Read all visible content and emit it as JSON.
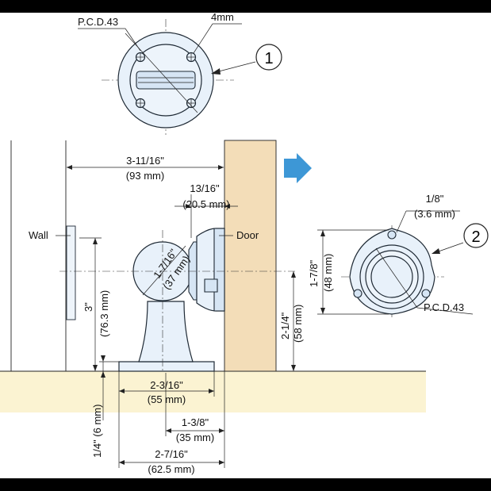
{
  "labels": {
    "pcd_top": "P.C.D.43",
    "hole_4mm": "4mm",
    "callout_1": "1",
    "callout_2": "2",
    "wall": "Wall",
    "door": "Door",
    "pcd_right": "P.C.D.43"
  },
  "dimensions": {
    "overall_depth_in": "3-11/16\"",
    "overall_depth_mm": "(93 mm)",
    "catch_depth_in": "13/16\"",
    "catch_depth_mm": "(20.5 mm)",
    "ball_dia_in": "1-7/16\"",
    "ball_dia_mm": "(37 mm)",
    "wall_height_in": "3\"",
    "wall_height_mm": "(76.3 mm)",
    "door_height_in": "2-1/4\"",
    "door_height_mm": "(58 mm)",
    "base_width_in": "2-3/16\"",
    "base_width_mm": "(55 mm)",
    "base_thk": "1/4\" (6 mm)",
    "base_half_in": "1-3/8\"",
    "base_half_mm": "(35 mm)",
    "base_total_in": "2-7/16\"",
    "base_total_mm": "(62.5 mm)",
    "catch_hole_in": "1/8\"",
    "catch_hole_mm": "(3.6 mm)",
    "catch_dia_in": "1-7/8\"",
    "catch_dia_mm": "(48 mm)"
  },
  "colors": {
    "frame_bar": "#000000",
    "floor": "#fbf3d2",
    "door": "#f3ddb8",
    "part": "#e8f1fa",
    "arrow": "#3d97d6"
  }
}
